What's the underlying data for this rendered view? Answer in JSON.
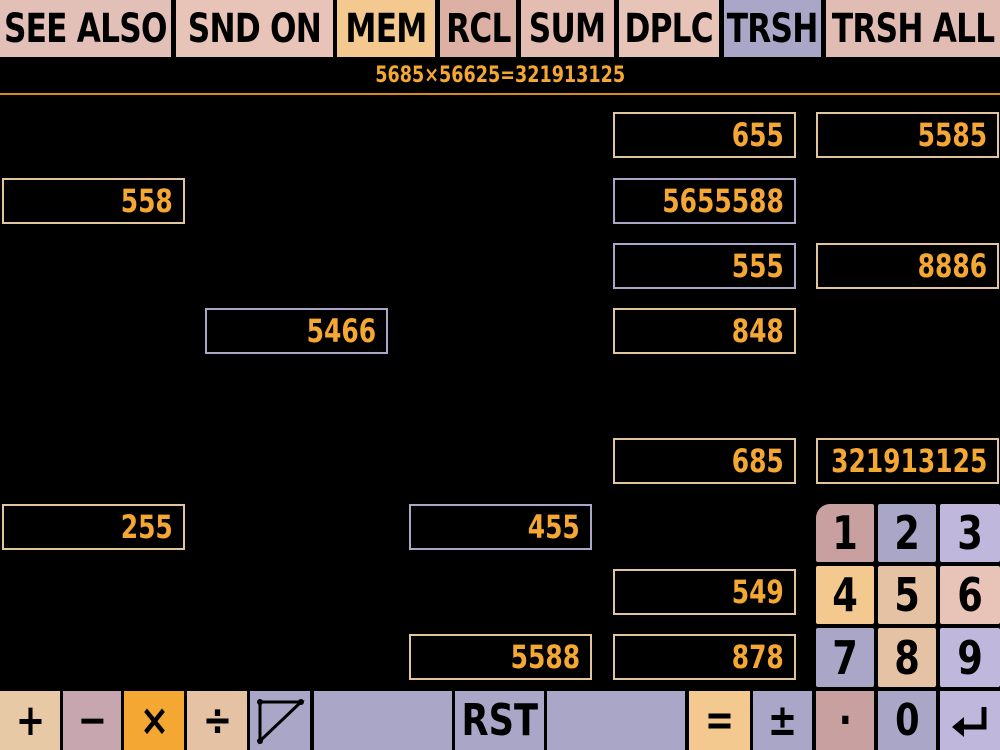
{
  "toolbar": {
    "see_also": "SEE ALSO",
    "snd_on": "SND ON",
    "mem": "MEM",
    "rcl": "RCL",
    "sum": "SUM",
    "dplc": "DPLC",
    "trsh": "TRSH",
    "trsh_all": "TRSH ALL"
  },
  "equation": "5685×56625=321913125",
  "values": {
    "r1c3": "655",
    "r1c4": "5585",
    "r2c0": "558",
    "r2c3": "5655588",
    "r3c3": "555",
    "r3c4": "8886",
    "r4c1": "5466",
    "r4c3": "848",
    "r6c3": "685",
    "r6c4": "321913125",
    "r7c0": "255",
    "r7c2": "455",
    "r8c3": "549",
    "r9c2": "5588",
    "r9c3": "878"
  },
  "keypad": {
    "k1": "1",
    "k2": "2",
    "k3": "3",
    "k4": "4",
    "k5": "5",
    "k6": "6",
    "k7": "7",
    "k8": "8",
    "k9": "9",
    "k0": "0",
    "dot": "·"
  },
  "bottom": {
    "plus": "+",
    "minus": "−",
    "times": "×",
    "divide": "÷",
    "rst": "RST",
    "equals": "=",
    "plusminus": "±"
  },
  "colors": {
    "tan": "#e8c9a6",
    "peach": "#f3c98f",
    "lavender": "#a9a6c7",
    "rose": "#c9a0a0",
    "mauve": "#c7a6b0",
    "orange": "#f5a733",
    "value_text": "#f5a733"
  }
}
